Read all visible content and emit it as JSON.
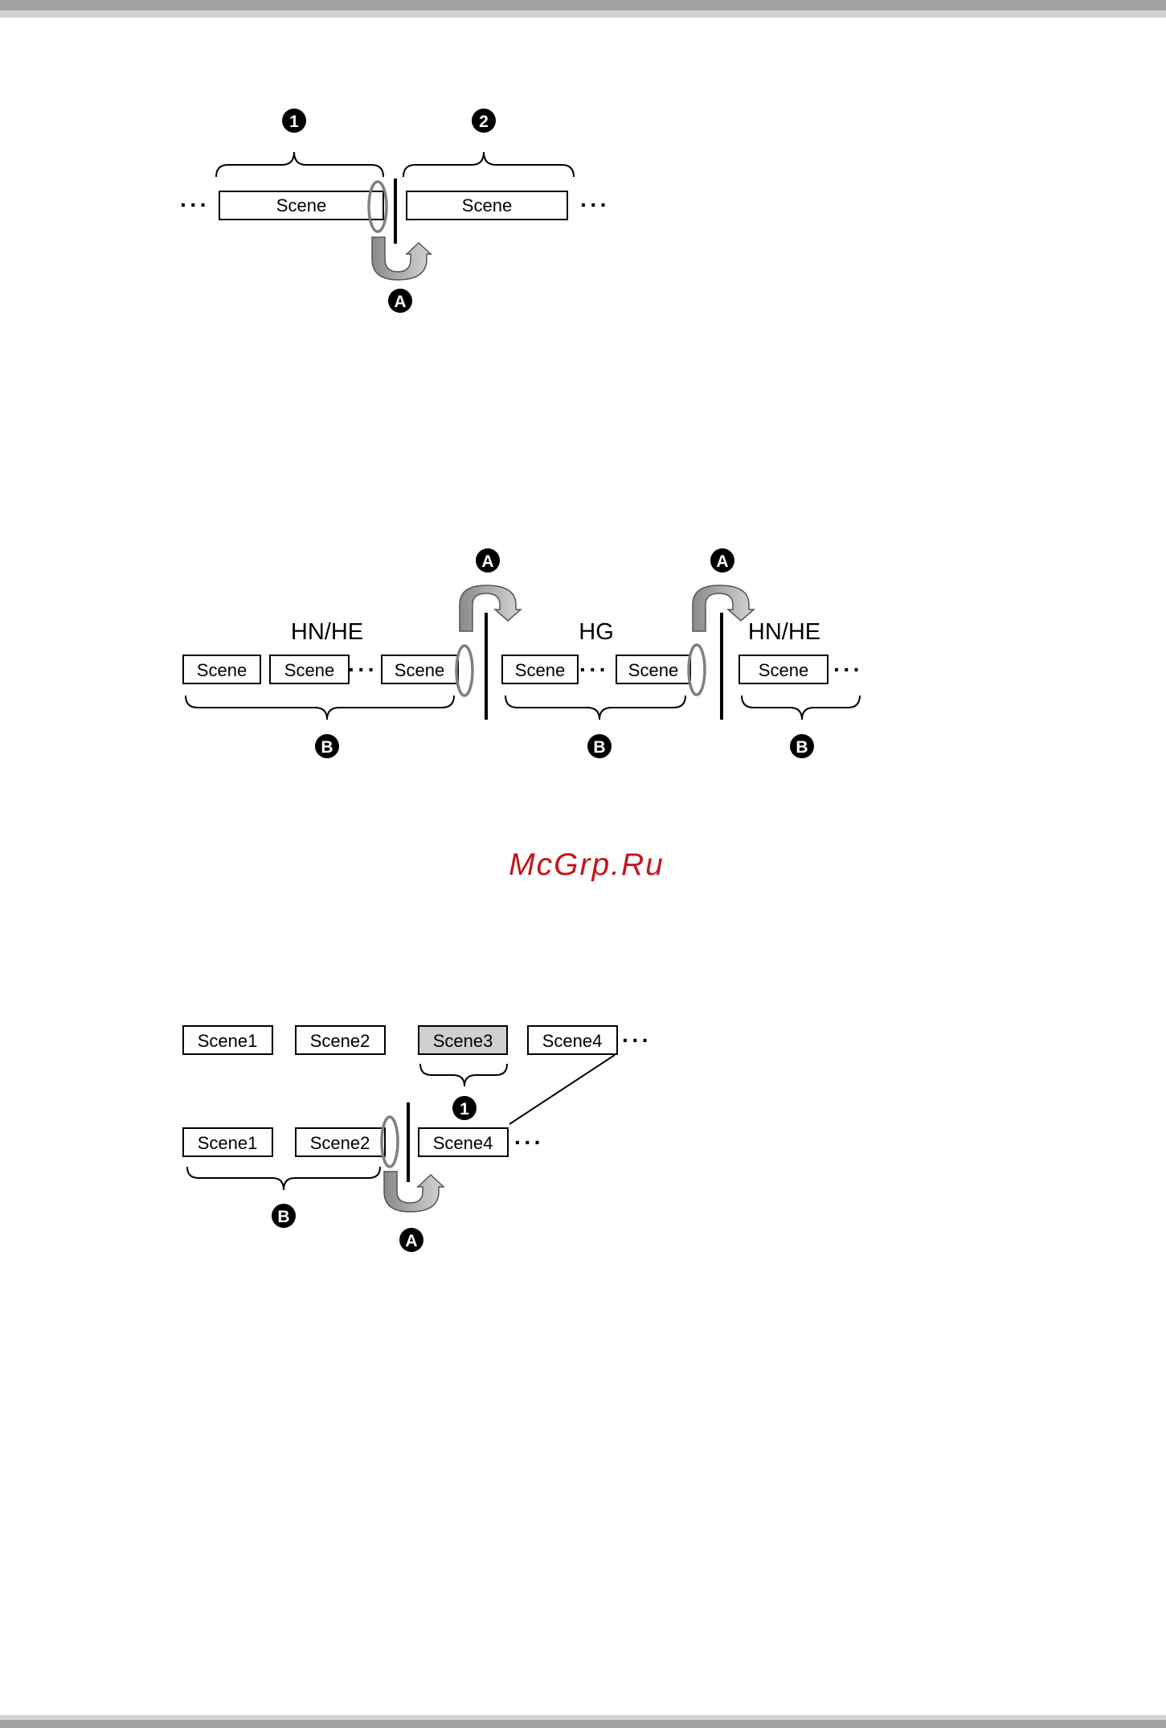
{
  "scene_label": "Scene",
  "dots": "···",
  "markers": {
    "one": "1",
    "two": "2",
    "a": "A",
    "b": "B"
  },
  "diagram2": {
    "headings": [
      "HN/HE",
      "HG",
      "HN/HE"
    ]
  },
  "diagram3": {
    "top_row": [
      "Scene1",
      "Scene2",
      "Scene3",
      "Scene4"
    ],
    "bottom_row": [
      "Scene1",
      "Scene2",
      "Scene4"
    ]
  },
  "watermark": "McGrp.Ru",
  "colors": {
    "band_dark": "#a3a3a3",
    "band_light": "#d3d3d3",
    "highlight_fill": "#d0d0d0",
    "loop_gray": "#7f7f7f",
    "watermark": "#c4161c"
  }
}
